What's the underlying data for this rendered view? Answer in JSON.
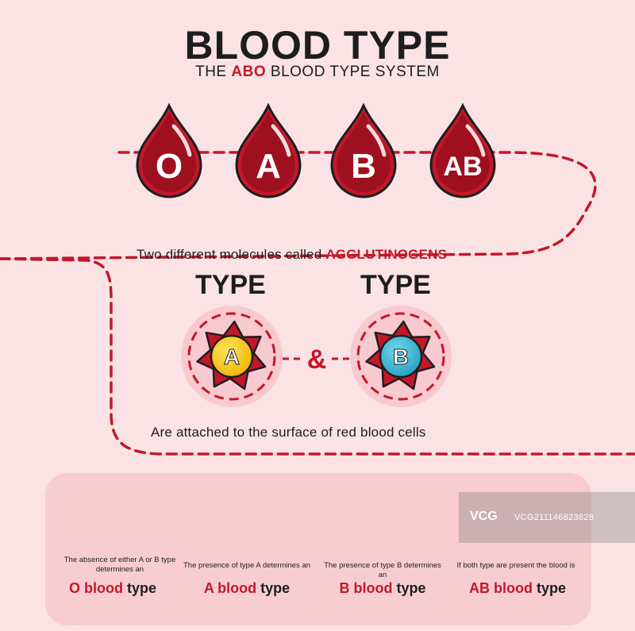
{
  "header": {
    "title": "BLOOD TYPE",
    "subtitle_prefix": "THE",
    "subtitle_highlight": "ABO",
    "subtitle_suffix": "BLOOD TYPE SYSTEM"
  },
  "drops": [
    {
      "label": "O"
    },
    {
      "label": "A"
    },
    {
      "label": "B"
    },
    {
      "label": "AB"
    }
  ],
  "middle": {
    "line1_prefix": "Two different molecules called",
    "line1_highlight": "AGGLUTINOGENS",
    "type_a_heading": "TYPE",
    "type_b_heading": "TYPE",
    "antigen_a": "A",
    "antigen_b": "B",
    "ampersand": "&",
    "line2": "Are attached to the surface of red blood cells"
  },
  "cells": [
    {
      "small": "The absence of either A or B type determines an",
      "big_red": "O blood",
      "big_black": "type"
    },
    {
      "small": "The presence of type A determines an",
      "big_red": "A blood",
      "big_black": "type"
    },
    {
      "small": "The presence of type B determines an",
      "big_red": "B blood",
      "big_black": "type"
    },
    {
      "small": "If both type are present the blood is",
      "big_red": "AB blood",
      "big_black": "type"
    }
  ],
  "watermark": {
    "logo": "VCG",
    "id_text": "VCG21114682382​8"
  },
  "colors": {
    "background": "#fbe3e5",
    "accent_red": "#c3182a",
    "dark_red": "#9e1020",
    "antigen_a_yellow": "#f5c518",
    "antigen_b_blue": "#3db6cf",
    "text": "#1d1d1f"
  }
}
